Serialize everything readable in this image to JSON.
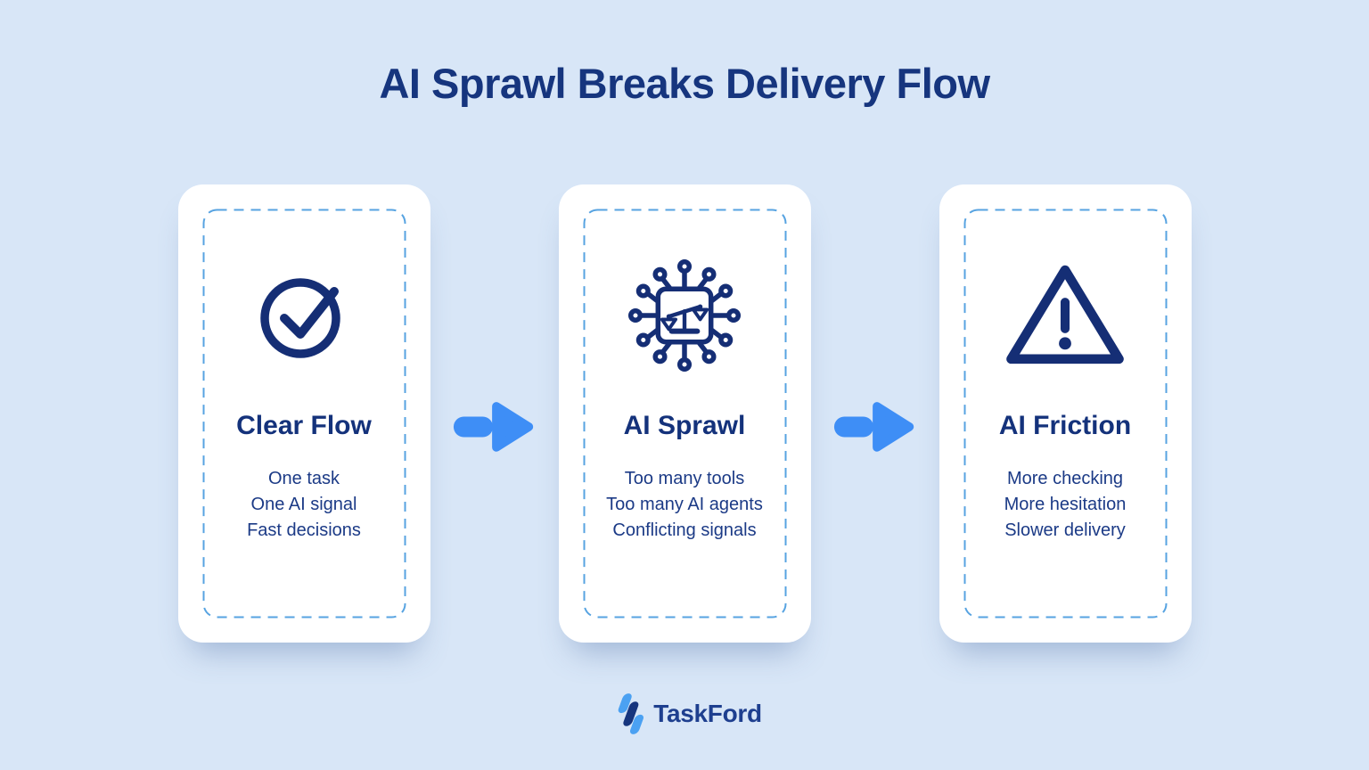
{
  "page": {
    "title": "AI Sprawl Breaks Delivery Flow"
  },
  "colors": {
    "background": "#d8e6f7",
    "card_background": "#ffffff",
    "navy_icon": "#152E75",
    "navy_title": "#14327B",
    "navy_text": "#1B3A86",
    "dashed_border_blue": "#57A3E1",
    "arrow_blue": "#3E8EF6",
    "logo_light_blue": "#4BA1F2",
    "logo_navy": "#16357E"
  },
  "cards": [
    {
      "icon": "check-circle-icon",
      "title": "Clear Flow",
      "items": [
        "One task",
        "One AI signal",
        "Fast decisions"
      ]
    },
    {
      "icon": "ai-chip-scales-icon",
      "title": "AI Sprawl",
      "items": [
        "Too many tools",
        "Too many AI agents",
        "Conflicting signals"
      ]
    },
    {
      "icon": "warning-triangle-icon",
      "title": "AI Friction",
      "items": [
        "More checking",
        "More hesitation",
        "Slower delivery"
      ]
    }
  ],
  "arrows": [
    {
      "icon": "arrow-right-icon"
    },
    {
      "icon": "arrow-right-icon"
    }
  ],
  "footer": {
    "brand": "TaskFord",
    "logo": "taskford-logo-icon"
  }
}
